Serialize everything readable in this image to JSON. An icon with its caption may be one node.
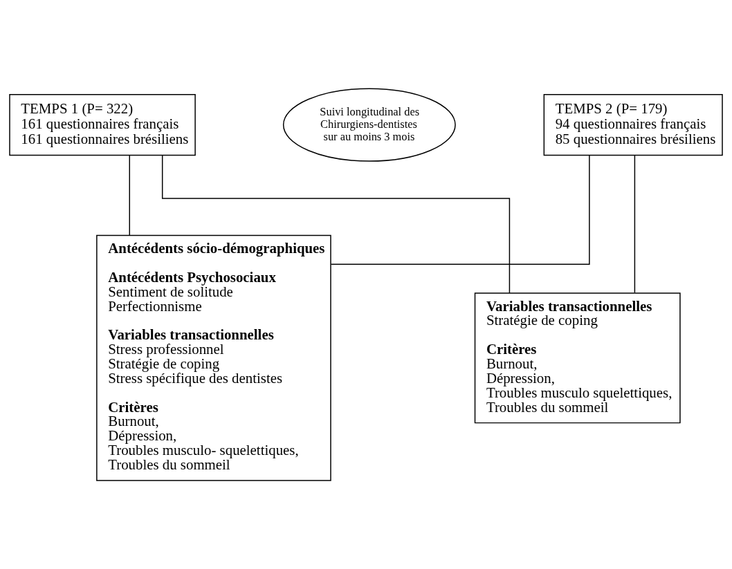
{
  "diagram": {
    "nodes": [
      {
        "text": [
          "TEMPS 1 (P= 322)",
          "161 questionnaires français",
          "161 questionnaires brésiliens"
        ]
      },
      {
        "text": [
          "Suivi longitudinal des Chirurgiens-dentistes sur au moins 3 mois"
        ]
      },
      {
        "text": [
          "TEMPS 2 (P= 179)",
          "94 questionnaires français",
          "85 questionnaires brésiliens"
        ]
      },
      {
        "text": [
          "Antécédents sócio-démographiques",
          "Antécédents Psychosociaux",
          "Sentiment de solitude",
          "Perfectionnisme",
          "Variables transactionnelles",
          "Stress professionnel",
          "Stratégie de coping",
          "Stress spécifique des dentistes",
          "Critères",
          "Burnout,",
          "Dépression,",
          "Troubles musculo- squelettiques,",
          "Troubles du sommeil"
        ]
      },
      {
        "text": [
          "Variables transactionnelles",
          "Stratégie de coping",
          "Critères",
          "Burnout,",
          "Dépression,",
          "Troubles musculo squelettiques,",
          "Troubles du sommeil"
        ]
      }
    ],
    "edges": [
      {
        "from": 0,
        "to": 3,
        "arrow": "none"
      },
      {
        "from": 0,
        "to": 4,
        "arrow": "none"
      },
      {
        "from": 2,
        "to": 3,
        "arrow": "none"
      },
      {
        "from": 2,
        "to": 4,
        "arrow": "none"
      }
    ]
  }
}
